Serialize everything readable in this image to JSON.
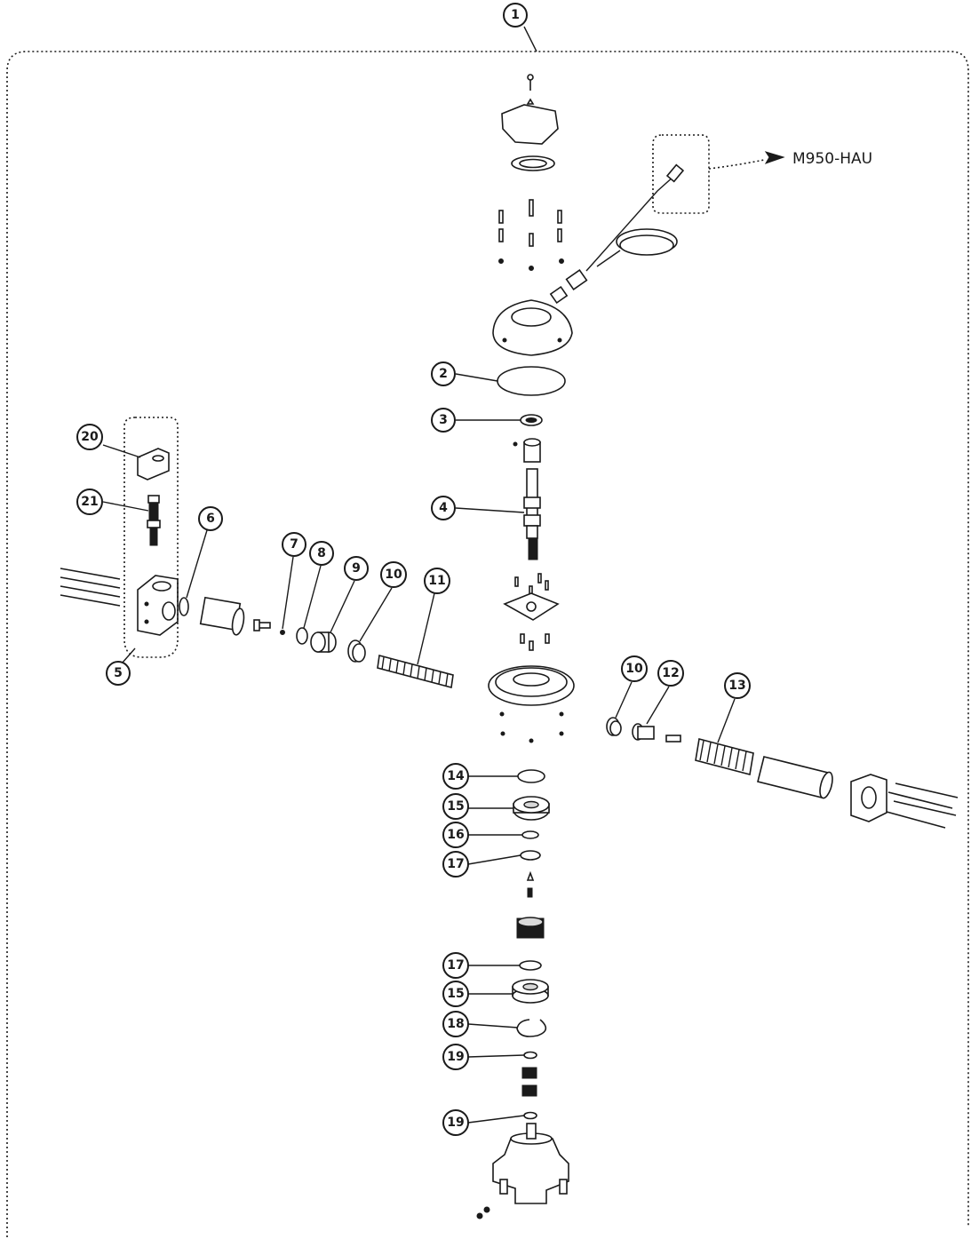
{
  "diagram": {
    "reference_label": "M950-HAU",
    "callouts": [
      "1",
      "2",
      "3",
      "4",
      "5",
      "6",
      "7",
      "8",
      "9",
      "10",
      "11",
      "20",
      "21",
      "10",
      "12",
      "13",
      "14",
      "15",
      "16",
      "17",
      "17",
      "15",
      "18",
      "19",
      "19"
    ]
  }
}
